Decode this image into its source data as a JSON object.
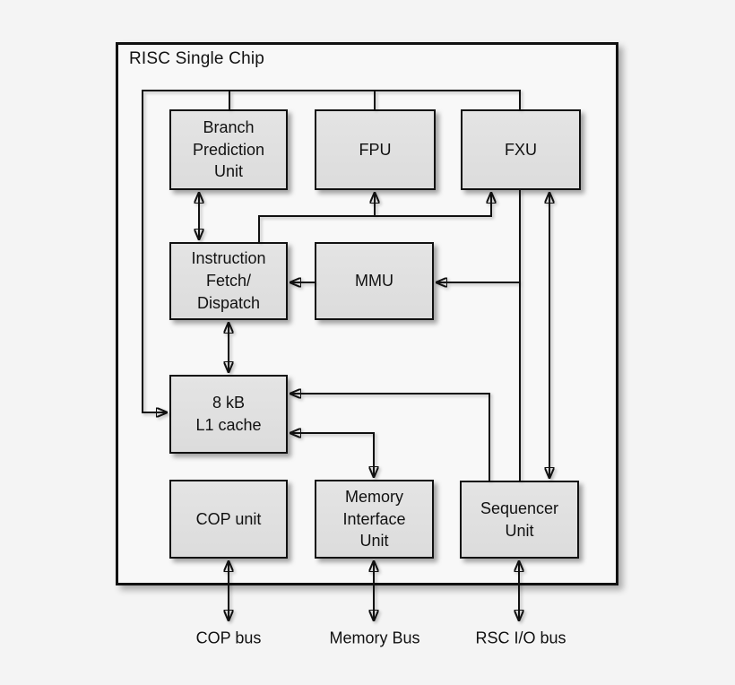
{
  "diagram": {
    "title": "RISC Single Chip",
    "colors": {
      "background": "#f4f4f4",
      "chip_fill": "#f8f8f8",
      "block_fill": "#e0e0e0",
      "line": "#111111"
    },
    "blocks": [
      {
        "id": "branch-prediction-unit",
        "label": "Branch\nPrediction\nUnit"
      },
      {
        "id": "fpu",
        "label": "FPU"
      },
      {
        "id": "fxu",
        "label": "FXU"
      },
      {
        "id": "instruction-fetch-dispatch",
        "label": "Instruction\nFetch/\nDispatch"
      },
      {
        "id": "mmu",
        "label": "MMU"
      },
      {
        "id": "l1-cache",
        "label": "8 kB\nL1 cache"
      },
      {
        "id": "cop-unit",
        "label": "COP unit"
      },
      {
        "id": "memory-interface-unit",
        "label": "Memory\nInterface\nUnit"
      },
      {
        "id": "sequencer-unit",
        "label": "Sequencer\nUnit"
      }
    ],
    "bus_labels": [
      {
        "id": "cop-bus",
        "label": "COP bus"
      },
      {
        "id": "memory-bus",
        "label": "Memory Bus"
      },
      {
        "id": "rsc-io-bus",
        "label": "RSC I/O bus"
      }
    ],
    "connections": [
      "top bus from left rail to BPU, FPU, FXU tops; left rail arrows into L1 cache left side",
      "BPU <-> Instruction Fetch/Dispatch (bidirectional)",
      "IF/D top bus -> FPU bottom, FXU bottom",
      "FXU -> MMU, FXU -> Sequencer (shared line)",
      "FXU <-> Sequencer (bidirectional)",
      "MMU -> IF/D",
      "IF/D <-> L1 cache (bidirectional)",
      "Sequencer -> L1 cache",
      "L1 cache <-> Memory Interface Unit (bidirectional)",
      "COP unit <-> COP bus, MIU <-> Memory Bus, Sequencer <-> RSC I/O bus"
    ]
  }
}
